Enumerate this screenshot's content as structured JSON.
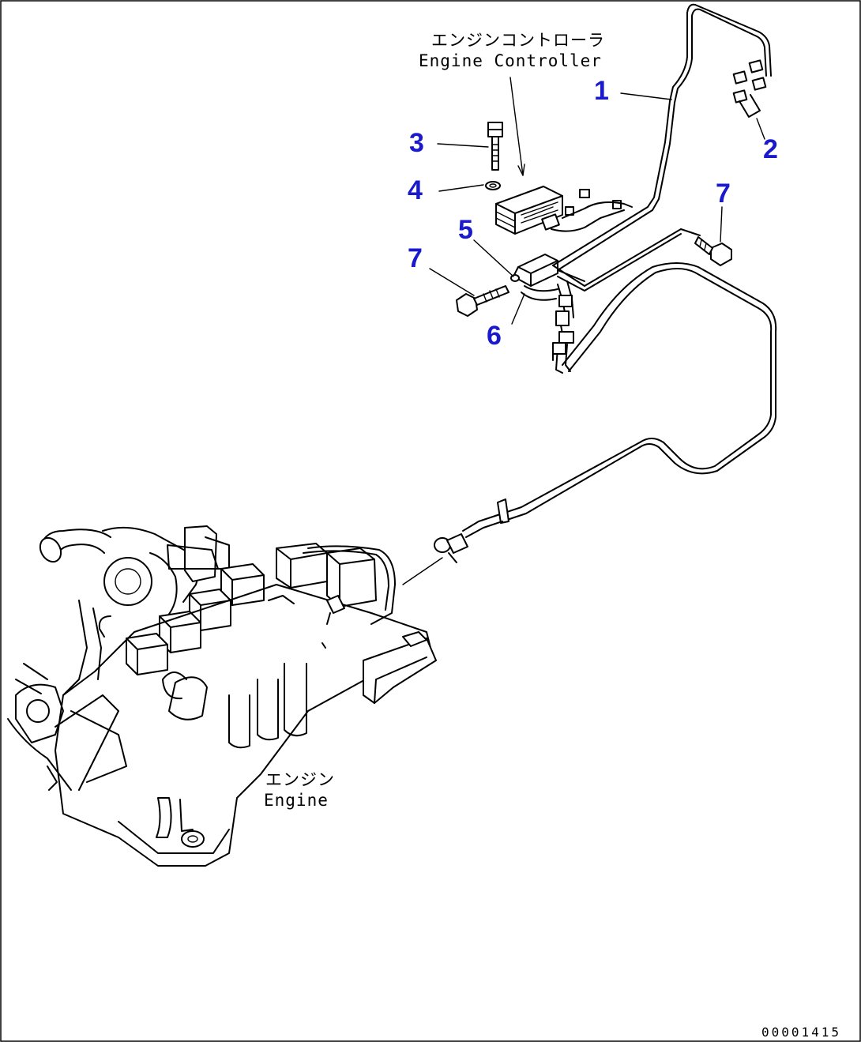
{
  "labels": {
    "controller_jp": "エンジンコントローラ",
    "controller_en": "Engine Controller",
    "engine_jp": "エンジン",
    "engine_en": "Engine",
    "drawing_code": "00001415"
  },
  "callouts": [
    {
      "id": "c1",
      "text": "1"
    },
    {
      "id": "c2",
      "text": "2"
    },
    {
      "id": "c3",
      "text": "3"
    },
    {
      "id": "c4",
      "text": "4"
    },
    {
      "id": "c5",
      "text": "5"
    },
    {
      "id": "c6",
      "text": "6"
    },
    {
      "id": "c7a",
      "text": "7"
    },
    {
      "id": "c7b",
      "text": "7"
    }
  ],
  "colors": {
    "callout": "#1a1acc",
    "line": "#000000",
    "background": "#ffffff"
  }
}
